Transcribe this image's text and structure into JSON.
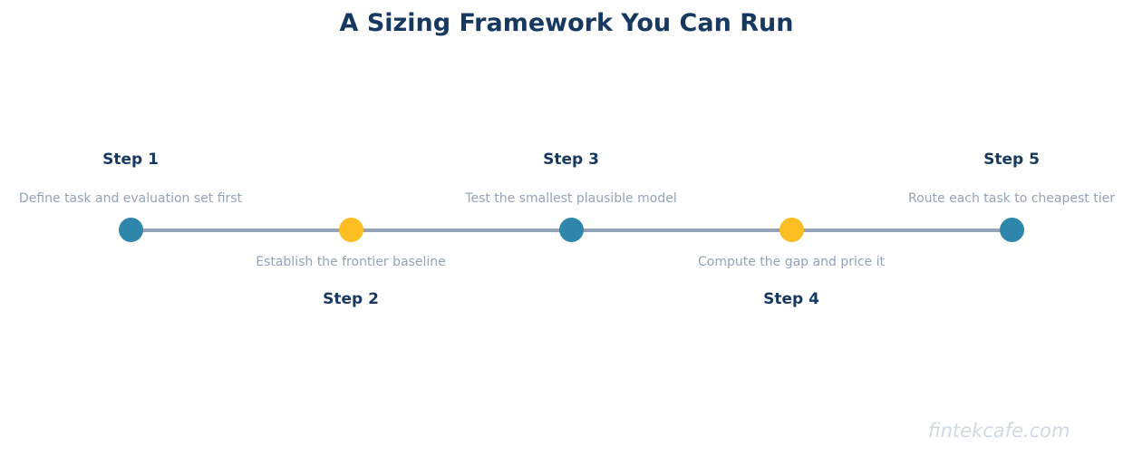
{
  "title": "A Sizing Framework You Can Run",
  "steps": [
    {
      "label": "Step 1",
      "description": "Define task and evaluation set first",
      "color": "#2e86ab"
    },
    {
      "label": "Step 2",
      "description": "Establish the frontier baseline",
      "color": "#fbbf24"
    },
    {
      "label": "Step 3",
      "description": "Test the smallest plausible model",
      "color": "#2e86ab"
    },
    {
      "label": "Step 4",
      "description": "Compute the gap and price it",
      "color": "#fbbf24"
    },
    {
      "label": "Step 5",
      "description": "Route each task to cheapest tier",
      "color": "#2e86ab"
    }
  ],
  "line_color": "#94a3b8",
  "watermark": "fintekcafe.com"
}
